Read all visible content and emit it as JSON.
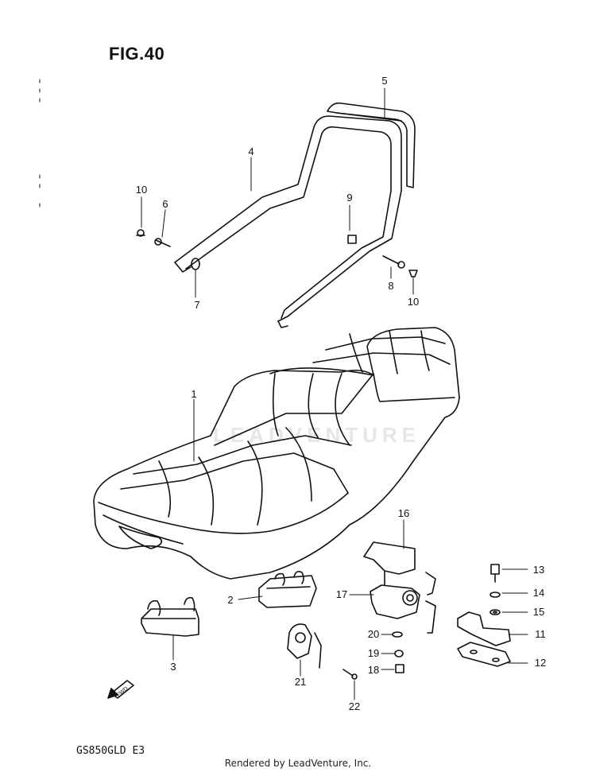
{
  "figure": {
    "title": "FIG.40",
    "model": "GS850GLD  E3",
    "footer": "Rendered by LeadVenture, Inc.",
    "watermark": "LEADVENTURE"
  },
  "fwd_label": "FWD",
  "callouts": [
    {
      "id": "c1",
      "label": "1"
    },
    {
      "id": "c2",
      "label": "2"
    },
    {
      "id": "c3",
      "label": "3"
    },
    {
      "id": "c4",
      "label": "4"
    },
    {
      "id": "c5",
      "label": "5"
    },
    {
      "id": "c6",
      "label": "6"
    },
    {
      "id": "c7",
      "label": "7"
    },
    {
      "id": "c8",
      "label": "8"
    },
    {
      "id": "c9",
      "label": "9"
    },
    {
      "id": "c10a",
      "label": "10"
    },
    {
      "id": "c10b",
      "label": "10"
    },
    {
      "id": "c11",
      "label": "11"
    },
    {
      "id": "c12",
      "label": "12"
    },
    {
      "id": "c13",
      "label": "13"
    },
    {
      "id": "c14",
      "label": "14"
    },
    {
      "id": "c15",
      "label": "15"
    },
    {
      "id": "c16",
      "label": "16"
    },
    {
      "id": "c17",
      "label": "17"
    },
    {
      "id": "c18",
      "label": "18"
    },
    {
      "id": "c19",
      "label": "19"
    },
    {
      "id": "c20",
      "label": "20"
    },
    {
      "id": "c21",
      "label": "21"
    },
    {
      "id": "c22",
      "label": "22"
    }
  ]
}
